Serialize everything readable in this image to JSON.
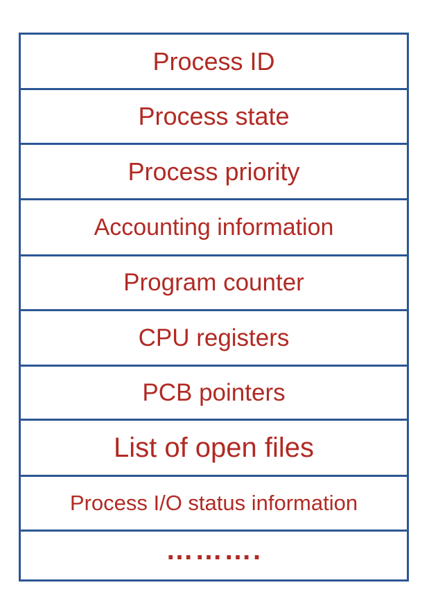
{
  "pcb": {
    "rows": [
      "Process ID",
      "Process state",
      "Process priority",
      "Accounting information",
      "Program counter",
      "CPU registers",
      "PCB pointers",
      "List of open files",
      "Process I/O status information",
      "………."
    ]
  },
  "colors": {
    "border": "#2b5694",
    "text": "#b12a24"
  }
}
